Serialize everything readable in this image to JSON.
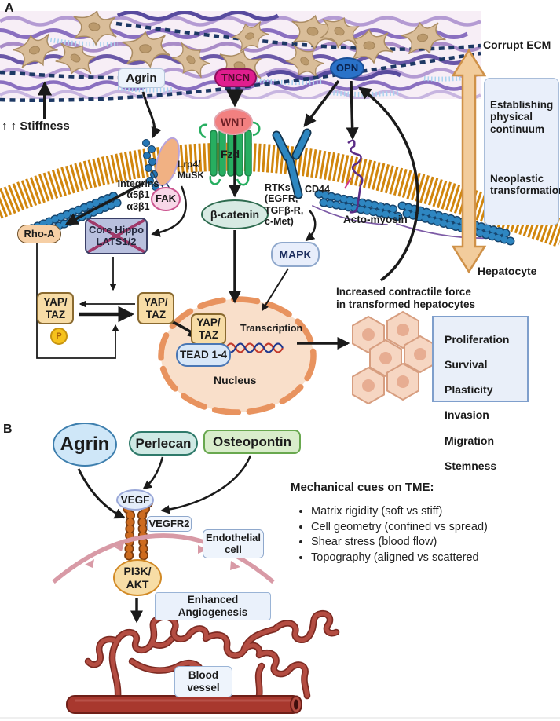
{
  "colors": {
    "membrane_orange": "#d1860d",
    "ecm_background": "#f7eef6",
    "tncn_magenta": "#df1e8e",
    "opn_blue": "#2a72c8",
    "wnt_salmon": "#f28080",
    "fzd_green": "#27ae60",
    "nucleus_pink": "#f9dfca",
    "vessel_red": "#a8382e",
    "highlight_box_blue": "#e9effa",
    "yap_tan": "#f7dca6",
    "arrow_tan": "#f2cc9c"
  },
  "panelA": {
    "label": "A",
    "corrupt_ecm": "Corrupt ECM",
    "stiffness": "↑ ↑ Stiffness",
    "agrin": "Agrin",
    "tncn": "TNCN",
    "opn": "OPN",
    "wnt": "WNT",
    "fzd": "Fzd",
    "lrp4_musk": "Lrp4/\nMuSK",
    "integrins": "Integrins\nα5β1\nα3β1",
    "fak": "FAK",
    "rho_a": "Rho-A",
    "core_hippo": "Core Hippo\nLATS1/2",
    "beta_catenin": "β-catenin",
    "rtks": "RTKs\n(EGFR,\nTGFβ-R,\nc-Met)",
    "cd44": "CD44",
    "mapk": "MAPK",
    "acto_myosin": "Acto-myosin",
    "yap_taz": "YAP/\nTAZ",
    "phospho": "P",
    "tead": "TEAD 1-4",
    "transcription": "Transcription",
    "nucleus": "Nucleus",
    "increased_force": "Increased contractile force\nin transformed hepatocytes",
    "establishing": "Establishing\nphysical\ncontinuum",
    "neoplastic": "Neoplastic\ntransformation",
    "hepatocyte": "Hepatocyte",
    "outcomes": [
      "Proliferation",
      "Survival",
      "Plasticity",
      "Invasion",
      "Migration",
      "Stemness"
    ]
  },
  "panelB": {
    "label": "B",
    "agrin": "Agrin",
    "perlecan": "Perlecan",
    "osteopontin": "Osteopontin",
    "vegf": "VEGF",
    "vegfr2": "VEGFR2",
    "endothelial_cell": "Endothelial\ncell",
    "pi3k_akt": "PI3K/\nAKT",
    "enhanced_angiogenesis": "Enhanced\nAngiogenesis",
    "blood_vessel": "Blood\nvessel",
    "cues_title": "Mechanical cues on TME:",
    "cues": [
      "Matrix rigidity (soft vs stiff)",
      "Cell geometry (confined vs spread)",
      "Shear stress (blood flow)",
      "Topography (aligned vs scattered"
    ]
  }
}
